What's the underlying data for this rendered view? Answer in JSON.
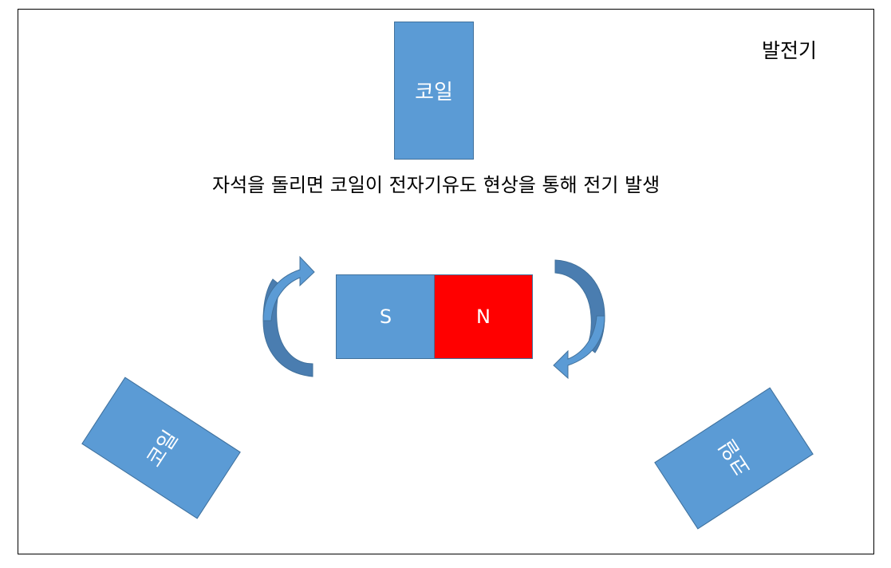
{
  "title": "발전기",
  "caption": "자석을 돌리면 코일이 전자기유도 현상을 통해 전기 발생",
  "coils": {
    "top": "코일",
    "left": "코일",
    "right": "코일"
  },
  "magnet": {
    "south": "S",
    "north": "N"
  },
  "colors": {
    "coil": "#5b9bd5",
    "south_pole": "#5b9bd5",
    "north_pole": "#ff0000",
    "arrow_front": "#5b9bd5",
    "arrow_back": "#4a7db0"
  },
  "icons": {
    "rotation_left": "curved-arrow-up-icon",
    "rotation_right": "curved-arrow-down-icon"
  }
}
